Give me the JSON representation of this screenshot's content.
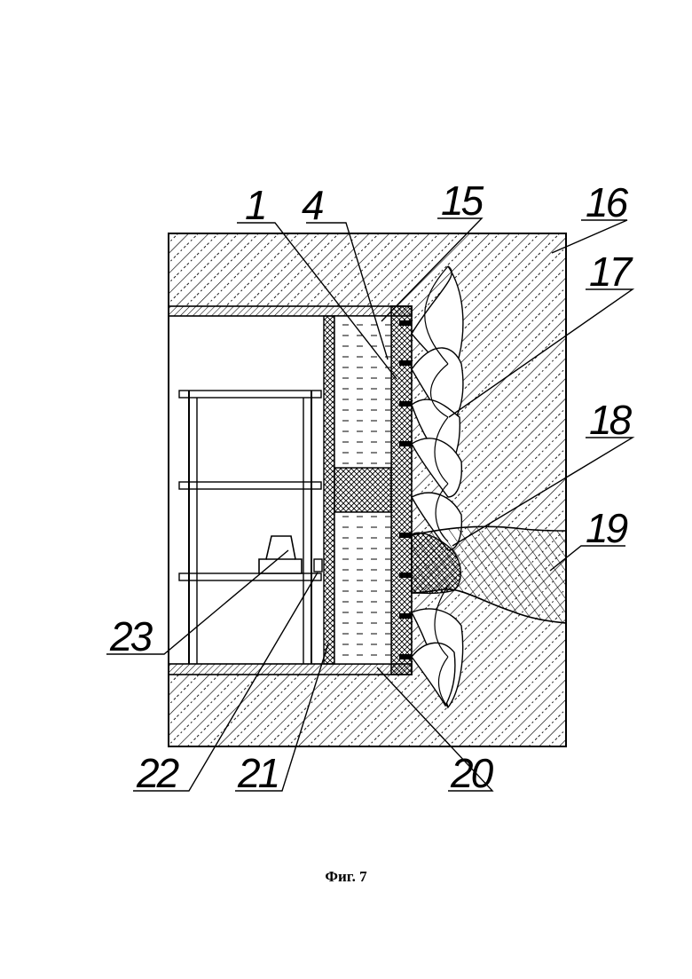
{
  "caption": "Фиг. 7",
  "labels": {
    "l1": "1",
    "l4": "4",
    "l15": "15",
    "l16": "16",
    "l17": "17",
    "l18": "18",
    "l19": "19",
    "l20": "20",
    "l21": "21",
    "l22": "22",
    "l23": "23"
  }
}
